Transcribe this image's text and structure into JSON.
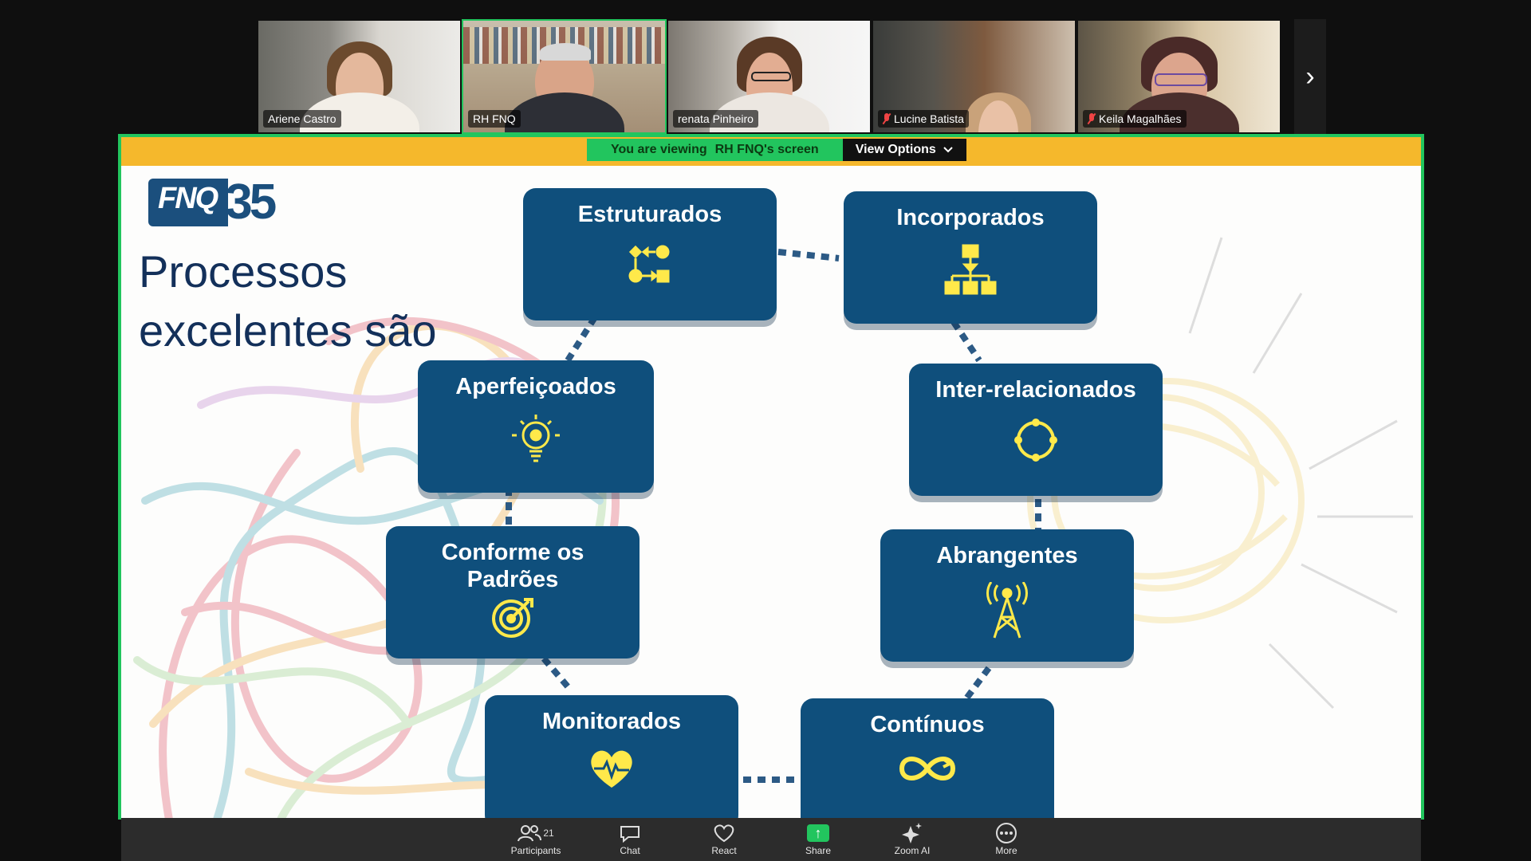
{
  "participants": [
    {
      "name": "Ariene Castro",
      "muted": false
    },
    {
      "name": "RH FNQ",
      "muted": false,
      "active_speaker": true
    },
    {
      "name": "renata Pinheiro",
      "muted": false
    },
    {
      "name": "Lucine Batista",
      "muted": true
    },
    {
      "name": "Keila Magalhães",
      "muted": true
    }
  ],
  "strip_next_icon": "chevron-right-icon",
  "share_banner": {
    "viewing_prefix": "You are viewing",
    "viewing_owner": "RH FNQ's screen",
    "view_options_label": "View Options"
  },
  "slide": {
    "logo_text": "FNQ",
    "logo_number": "35",
    "title": "Processos excelentes são",
    "boxes": [
      {
        "label": "Estruturados",
        "icon": "flow-process-icon"
      },
      {
        "label": "Incorporados",
        "icon": "hierarchy-icon"
      },
      {
        "label": "Aperfeiçoados",
        "icon": "lightbulb-gear-icon"
      },
      {
        "label": "Inter-relacionados",
        "icon": "cycle-arrows-icon"
      },
      {
        "label": "Conforme os Padrões",
        "icon": "target-icon"
      },
      {
        "label": "Abrangentes",
        "icon": "antenna-tower-icon"
      },
      {
        "label": "Monitorados",
        "icon": "heart-pulse-icon"
      },
      {
        "label": "Contínuos",
        "icon": "infinity-icon"
      }
    ]
  },
  "toolbar": {
    "participants_label": "Participants",
    "participants_count": "21",
    "chat_label": "Chat",
    "react_label": "React",
    "share_label": "Share",
    "zoom_ai_label": "Zoom AI",
    "more_label": "More"
  },
  "colors": {
    "active_border": "#22c55e",
    "box_fill": "#0f4f7c",
    "icon_yellow": "#ffe94a",
    "slide_topbar": "#f5b82c"
  }
}
